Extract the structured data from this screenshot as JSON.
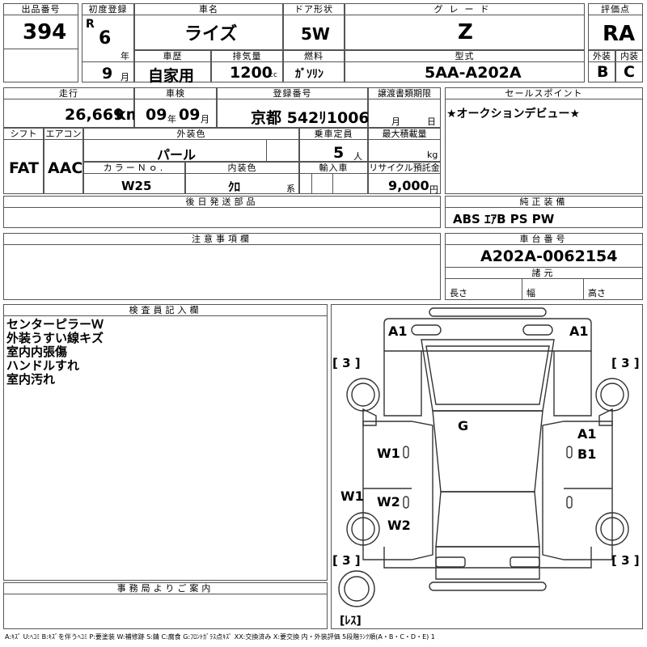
{
  "lot": {
    "label": "出品番号",
    "value": "394"
  },
  "first_reg": {
    "label": "初度登録",
    "era": "R",
    "year": "6",
    "year_unit": "年",
    "month": "9",
    "month_unit": "月"
  },
  "car_name": {
    "label": "車名",
    "value": "ライズ"
  },
  "door": {
    "label": "ドア形状",
    "value": "5W"
  },
  "grade": {
    "label": "グレード",
    "value": "Z"
  },
  "score": {
    "label": "評価点",
    "value": "RA"
  },
  "history": {
    "label": "車歴",
    "value": "自家用"
  },
  "displacement": {
    "label": "排気量",
    "value": "1200",
    "unit": "cc"
  },
  "fuel": {
    "label": "燃料",
    "value": "ｶﾞｿﾘﾝ"
  },
  "model": {
    "label": "型式",
    "value": "5AA-A202A"
  },
  "exterior_score": {
    "label": "外装",
    "value": "B"
  },
  "interior_score": {
    "label": "内装",
    "value": "C"
  },
  "mileage": {
    "label": "走行",
    "value": "26,669",
    "unit": "km"
  },
  "inspection": {
    "label": "車検",
    "year": "09",
    "year_unit": "年",
    "month": "09",
    "month_unit": "月"
  },
  "registration": {
    "label": "登録番号",
    "value": "京都 542ﾘ1006"
  },
  "transfer_deadline": {
    "label": "譲渡書類期限",
    "day_unit": "日",
    "month_unit": "月"
  },
  "sales_point": {
    "label": "セールスポイント",
    "value": "★オークションデビュー★"
  },
  "shift": {
    "label": "シフト",
    "value": "FAT"
  },
  "aircon": {
    "label": "エアコン",
    "value": "AAC"
  },
  "exterior_color": {
    "label": "外装色",
    "value": "パール"
  },
  "capacity": {
    "label": "乗車定員",
    "value": "5",
    "unit": "人"
  },
  "max_load": {
    "label": "最大積載量",
    "unit": "kg"
  },
  "color_no": {
    "label": "カラーＮｏ.",
    "value": "W25"
  },
  "interior_color": {
    "label": "内装色",
    "value": "ｸﾛ",
    "unit": "系"
  },
  "import": {
    "label": "輸入車"
  },
  "recycle": {
    "label": "リサイクル預託金",
    "value": "9,000",
    "unit": "円"
  },
  "later_parts": {
    "label": "後日発送部品"
  },
  "equipment": {
    "label": "純正装備",
    "value": "ABS ｴｱB PS PW"
  },
  "caution": {
    "label": "注意事項欄"
  },
  "chassis": {
    "label": "車台番号",
    "value": "A202A-0062154"
  },
  "specs": {
    "label": "諸元",
    "length": "長さ",
    "width": "幅",
    "height": "高さ"
  },
  "inspector": {
    "label": "検査員記入欄",
    "notes": [
      "センターピラーＷ",
      "外装うすい線キズ",
      "室内内張傷",
      "ハンドルすれ",
      "室内汚れ"
    ]
  },
  "office": {
    "label": "事務局よりご案内"
  },
  "diagram": {
    "marks": {
      "a1_left": "A1",
      "a1_right": "A1",
      "g": "G",
      "w1_left": "W1",
      "a1_side": "A1",
      "b1_side": "B1",
      "w1_door": "W1",
      "w2_a": "W2",
      "w2_b": "W2"
    },
    "tires": {
      "fl": "[ 3 ]",
      "fr": "[ 3 ]",
      "rl": "[ 3 ]",
      "rr": "[ 3 ]",
      "spare": "[ﾚｽ]"
    }
  },
  "legend": "A:ｷｽﾞ U:ﾍｺﾐ B:ｷｽﾞを伴うﾍｺﾐ P:要塗装 W:補修跡 S:錆 C:腐食 G:ﾌﾛﾝﾄｶﾞﾗｽ点ｷｽﾞ XX:交換済み X:要交換 内・外装評価 5段階ﾗﾝｸ順(A・B・C・D・E) 1"
}
